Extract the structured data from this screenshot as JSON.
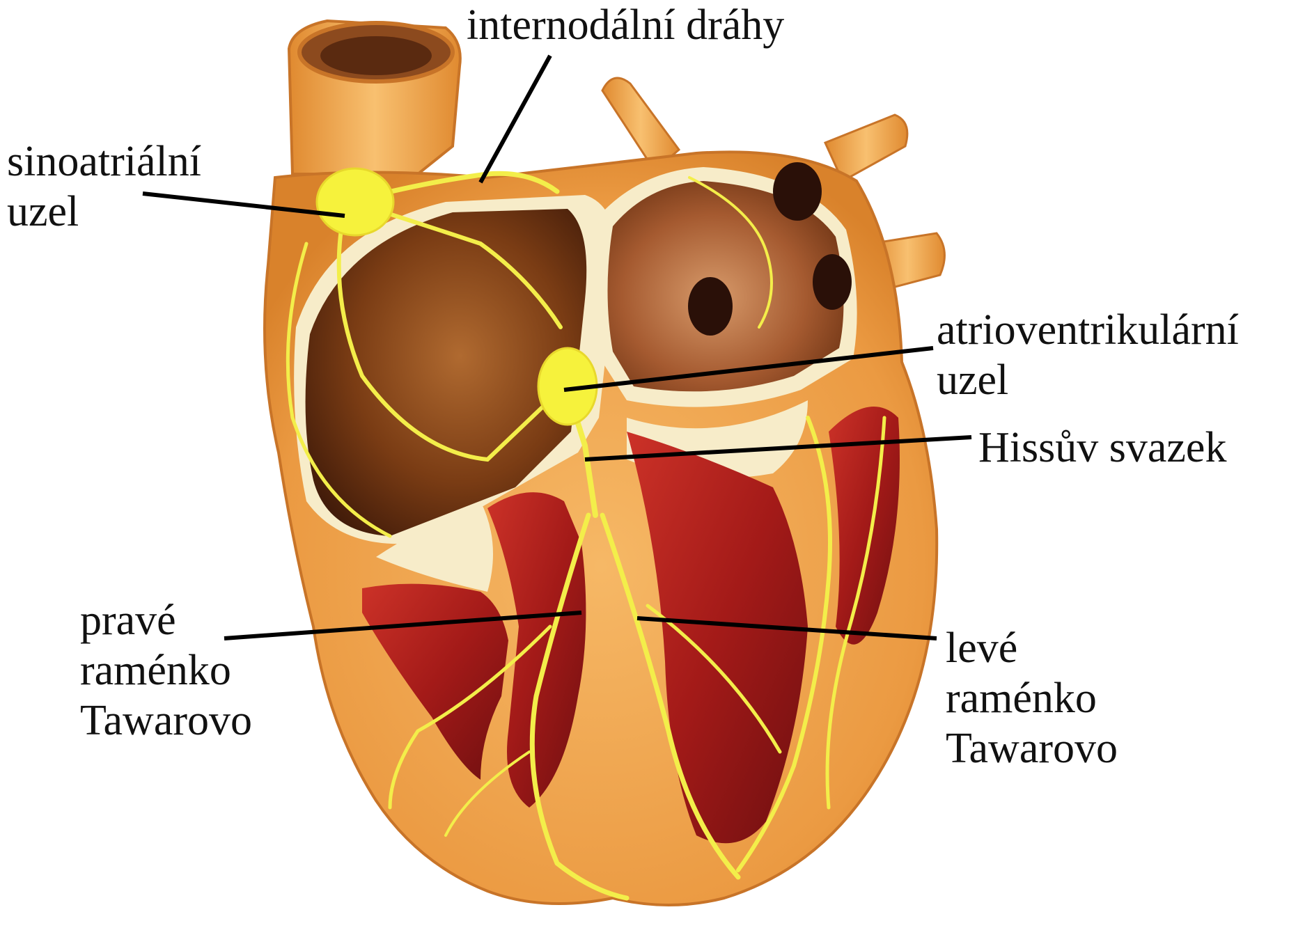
{
  "labels": {
    "internodal": "internodální dráhy",
    "sa_node": [
      "sinoatriální",
      "uzel"
    ],
    "av_node": [
      "atrioventrikulární",
      "uzel"
    ],
    "his_bundle": "Hissův svazek",
    "right_branch": [
      "pravé",
      "raménko",
      "Tawarovo"
    ],
    "left_branch": [
      "levé",
      "raménko",
      "Tawarovo"
    ]
  },
  "colors": {
    "outer_wall": "#f0a850",
    "wall_dark": "#d9822b",
    "cream": "#f7ecc9",
    "atrium_brown": "#8c4a1e",
    "atrium_dark": "#3a1708",
    "left_atrium": "#a55a30",
    "ventricle_red": "#b32020",
    "ventricle_dark": "#6e0f10",
    "conduction_yellow": "#f3ee4a",
    "node_yellow": "#f6f23c",
    "leader_line": "#000000"
  }
}
